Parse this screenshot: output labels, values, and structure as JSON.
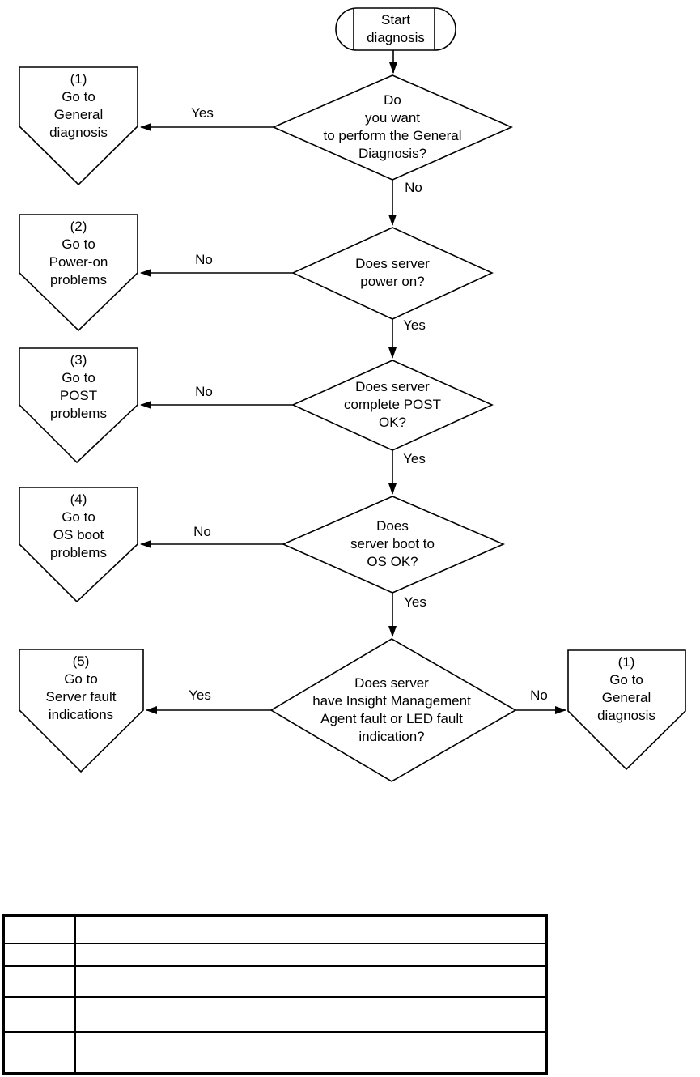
{
  "colors": {
    "ink": "#000000",
    "background": "#ffffff"
  },
  "flowchart": {
    "start": {
      "label": "Start\ndiagnosis"
    },
    "decisions": [
      {
        "question": "Do\nyou want\nto perform the General\nDiagnosis?",
        "yes_label": "Yes",
        "no_label": "No"
      },
      {
        "question": "Does server\npower on?",
        "yes_label": "Yes",
        "no_label": "No"
      },
      {
        "question": "Does server\ncomplete POST\nOK?",
        "yes_label": "Yes",
        "no_label": "No"
      },
      {
        "question": "Does\nserver boot to\nOS OK?",
        "yes_label": "Yes",
        "no_label": "No"
      },
      {
        "question": "Does server\nhave Insight Management\nAgent fault or LED fault\nindication?",
        "yes_label": "Yes",
        "no_label": "No"
      }
    ],
    "targets": [
      {
        "label": "(1)\nGo to\nGeneral\ndiagnosis"
      },
      {
        "label": "(2)\nGo to\nPower-on\nproblems"
      },
      {
        "label": "(3)\nGo to\nPOST\nproblems"
      },
      {
        "label": "(4)\nGo to\nOS boot\nproblems"
      },
      {
        "label": "(5)\nGo to\nServer fault\nindications"
      },
      {
        "label": "(1)\nGo to\nGeneral\ndiagnosis"
      }
    ]
  },
  "table": {
    "rows": [
      {
        "c0": "",
        "c1": ""
      },
      {
        "c0": "",
        "c1": ""
      },
      {
        "c0": "",
        "c1": ""
      },
      {
        "c0": "",
        "c1": ""
      },
      {
        "c0": "",
        "c1": ""
      }
    ]
  }
}
